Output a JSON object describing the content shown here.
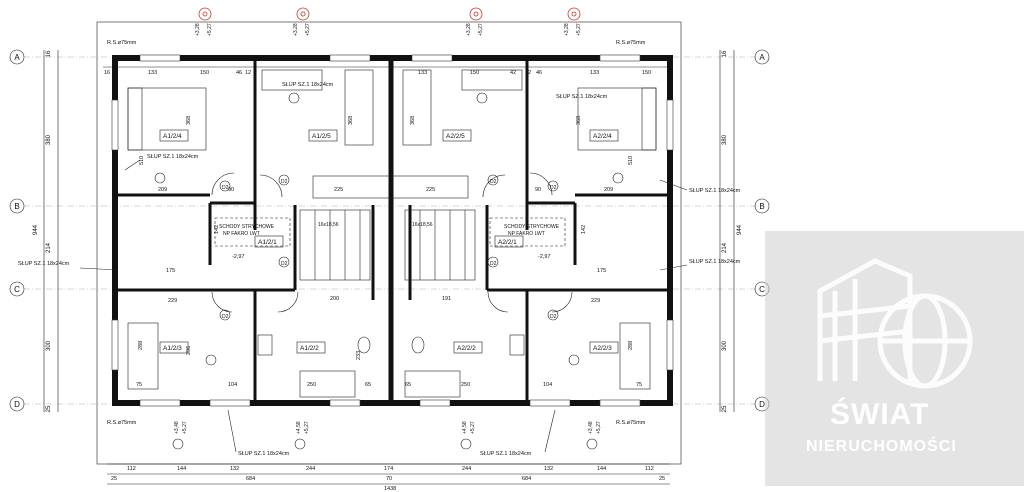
{
  "axes_left": [
    "A",
    "B",
    "C",
    "D"
  ],
  "axes_right": [
    "A",
    "B",
    "C",
    "D"
  ],
  "left_dims": [
    "380",
    "214",
    "300",
    "944",
    "25",
    "16"
  ],
  "right_dims": [
    "380",
    "214",
    "300",
    "944",
    "25",
    "16"
  ],
  "top_levels": [
    "+3,28",
    "+5,27"
  ],
  "rs_labels": [
    "R.S.ø75mm",
    "R.S.ø75mm",
    "R.S.ø75mm",
    "R.S.ø75mm"
  ],
  "rooms": {
    "a1_2_4": "A1/2/4",
    "a1_2_5": "A1/2/5",
    "a2_2_5": "A2/2/5",
    "a2_2_4": "A2/2/4",
    "a1_2_1": "A1/2/1",
    "a2_2_1": "A2/2/1",
    "a1_2_3": "A1/2/3",
    "a1_2_2": "A1/2/2",
    "a2_2_2": "A2/2/2",
    "a2_2_3": "A2/2/3"
  },
  "stairs_note_1": "SCHODY STRYCHOWE",
  "stairs_note_2": "NP FAKRO LWT",
  "stairs_dim": "16x18,56",
  "column_label": "SŁUP SZ.1 18x24cm",
  "door_tags": [
    "D2",
    "D2",
    "D2",
    "D2",
    "D2",
    "D2",
    "D2",
    "D2"
  ],
  "interior_dims": {
    "top_row": [
      "133",
      "150",
      "46",
      "12",
      "133",
      "150",
      "42",
      "12",
      "46"
    ],
    "h368": "368",
    "h510": "510",
    "w209": "209",
    "w225": "225",
    "w175": "175",
    "w229": "229",
    "w200": "200",
    "w191": "191",
    "w250": "250",
    "h288": "288",
    "h296": "296",
    "lvl": "-2,97",
    "w104": "104",
    "w75": "75",
    "w65": "65",
    "w90": "90",
    "w142": "142",
    "w233": "233"
  },
  "bottom_levels": [
    "+3,48",
    "+5,27",
    "+4,58",
    "+5,27",
    "+4,58",
    "+5,27",
    "+3,48",
    "+5,27"
  ],
  "bottom_dims_row1": [
    "112",
    "144",
    "132",
    "244",
    "174",
    "244",
    "132",
    "144",
    "112"
  ],
  "bottom_dims_row2": [
    "25",
    "684",
    "70",
    "684",
    "25"
  ],
  "bottom_total": "1438",
  "watermark_line1": "ŚWIAT",
  "watermark_line2": "NIERUCHOMOŚCI"
}
